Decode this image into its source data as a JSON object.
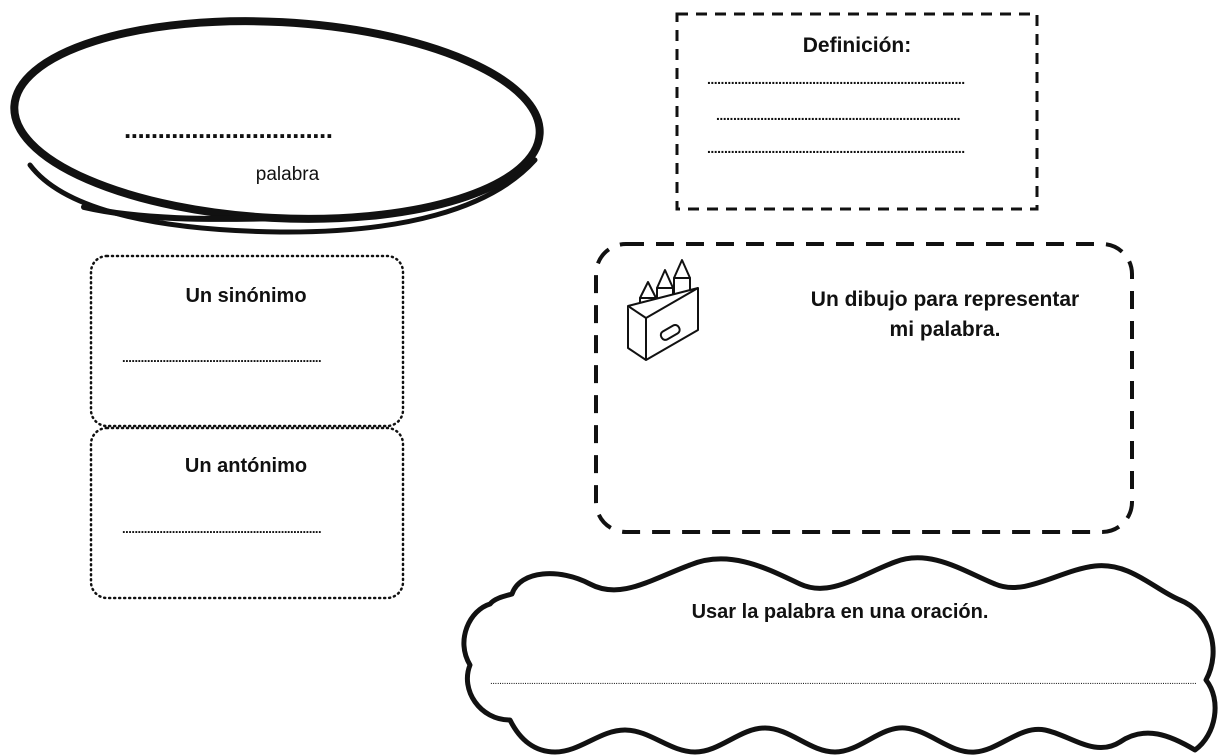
{
  "word_section": {
    "blank": "...............................",
    "label": "palabra"
  },
  "definition_section": {
    "title": "Definición:",
    "lines": [
      "............................................................................",
      "........................................................................",
      "............................................................................"
    ]
  },
  "synonym_section": {
    "title": "Un sinónimo",
    "line": "................................................................"
  },
  "antonym_section": {
    "title": "Un antónimo",
    "line": "................................................................"
  },
  "drawing_section": {
    "title_line1": "Un dibujo para representar",
    "title_line2": "mi palabra.",
    "icon": "crayon-box-icon"
  },
  "sentence_section": {
    "title": "Usar la palabra en una oración.",
    "line": "................................................................................................................................................................................................................................................................................................................................................................................................"
  }
}
